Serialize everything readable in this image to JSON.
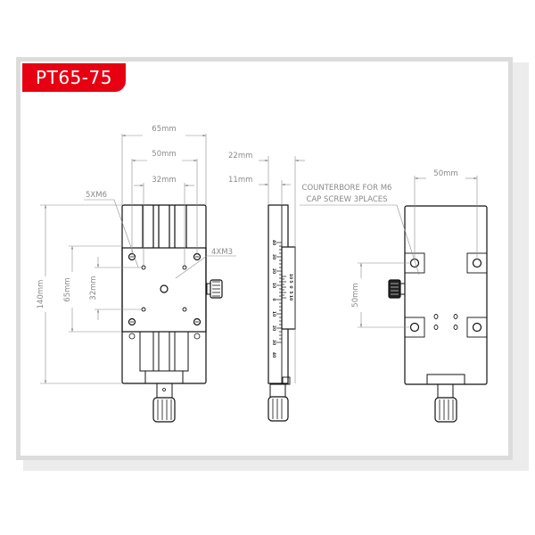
{
  "title": "PT65-75",
  "colors": {
    "tag": "#e60012",
    "frame": "#dcdcdc",
    "line": "#111111",
    "dim": "#8a8a8a"
  },
  "front_view": {
    "dims": {
      "width_overall": "65mm",
      "width_mid": "50mm",
      "width_inner": "32mm",
      "height_overall": "140mm",
      "height_mid": "65mm",
      "height_inner": "32mm"
    },
    "callouts": {
      "mount_holes": "5XM6",
      "top_holes": "4XM3"
    }
  },
  "side_view": {
    "dims": {
      "depth_overall": "22mm",
      "depth_half": "11mm"
    },
    "scale_labels": [
      "40",
      "30",
      "20",
      "10",
      "0",
      "10",
      "20",
      "30",
      "40"
    ],
    "vernier_labels": [
      "10",
      "5",
      "0",
      "5",
      "10"
    ]
  },
  "rear_view": {
    "dims": {
      "width": "50mm",
      "height": "50mm"
    },
    "callout_line1": "COUNTERBORE FOR M6",
    "callout_line2": "CAP SCREW 3PLACES"
  }
}
